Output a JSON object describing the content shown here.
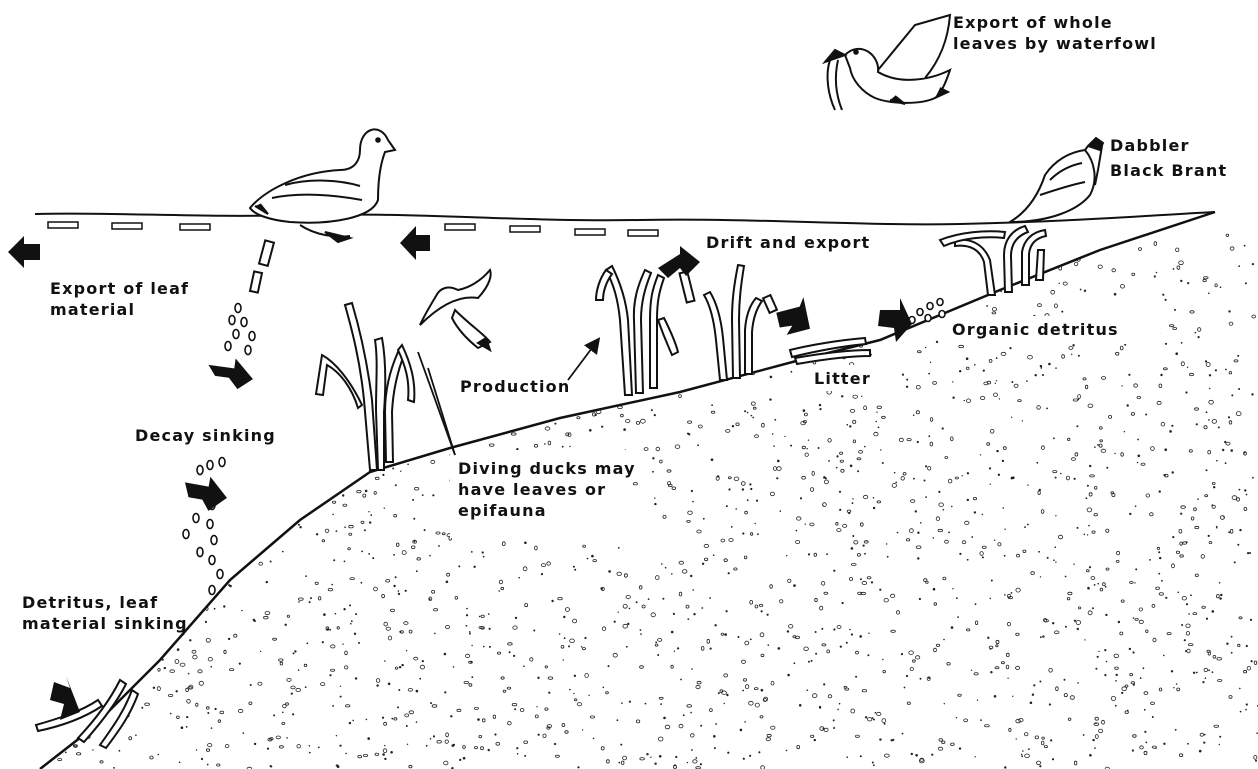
{
  "labels": {
    "export_whole_leaves": [
      "Export of whole",
      "leaves by waterfowl"
    ],
    "dabbler": "Dabbler",
    "black_brant": "Black Brant",
    "export_leaf_material": [
      "Export of leaf",
      "material"
    ],
    "drift_and_export": "Drift and export",
    "production": "Production",
    "litter": "Litter",
    "organic_detritus": "Organic detritus",
    "decay_sinking": "Decay sinking",
    "diving_ducks": [
      "Diving ducks may",
      "have leaves or",
      "epifauna"
    ],
    "detritus_sinking": [
      "Detritus, leaf",
      "material sinking"
    ]
  },
  "colors": {
    "ink": "#111111",
    "background": "#ffffff",
    "sediment_dot": "#222222"
  }
}
